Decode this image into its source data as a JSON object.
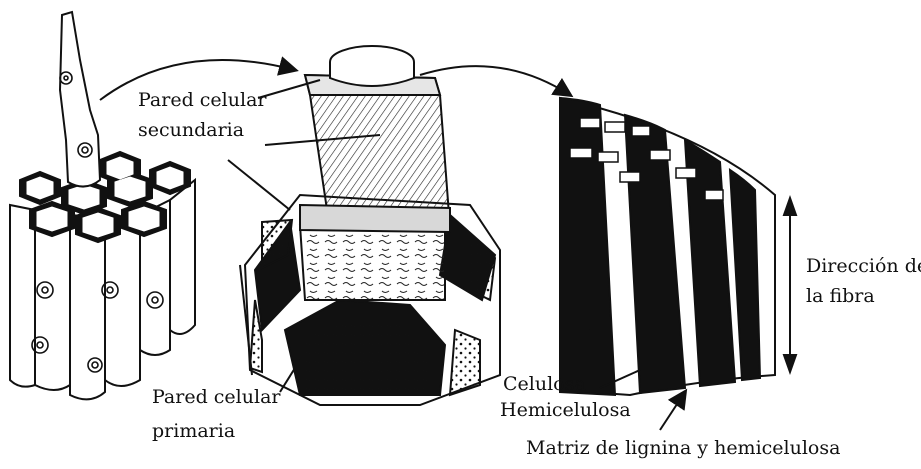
{
  "labels": {
    "pared_secundaria_1": "Pared celular",
    "pared_secundaria_2": "secundaria",
    "direccion_1": "Dirección de",
    "direccion_2": "la fibra",
    "celulosa": "Celulosa",
    "hemicelulosa": "Hemicelulosa",
    "pared_primaria_1": "Pared celular",
    "pared_primaria_2": "primaria",
    "matriz": "Matriz de lignina y hemicelulosa"
  },
  "colors": {
    "ink": "#111111",
    "paper": "#ffffff",
    "shade": "#d8d8d8"
  }
}
